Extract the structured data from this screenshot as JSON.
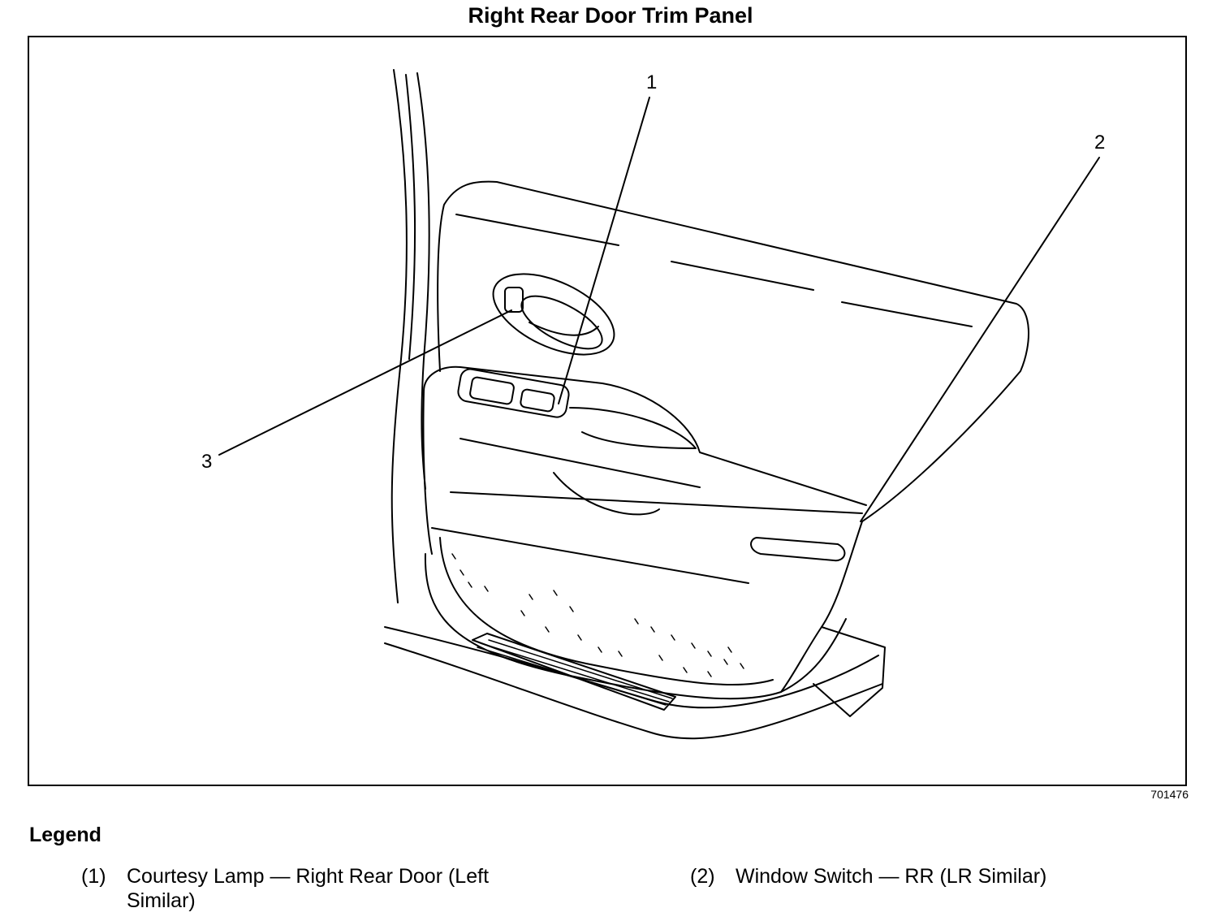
{
  "title": "Right Rear Door Trim Panel",
  "figure_id": "701476",
  "callouts": [
    "1",
    "2",
    "3"
  ],
  "legend": {
    "title": "Legend",
    "items": [
      {
        "num": "(1)",
        "text": "Courtesy Lamp — Right Rear Door (Left Similar)"
      },
      {
        "num": "(2)",
        "text": "Window Switch — RR (LR Similar)"
      }
    ]
  }
}
